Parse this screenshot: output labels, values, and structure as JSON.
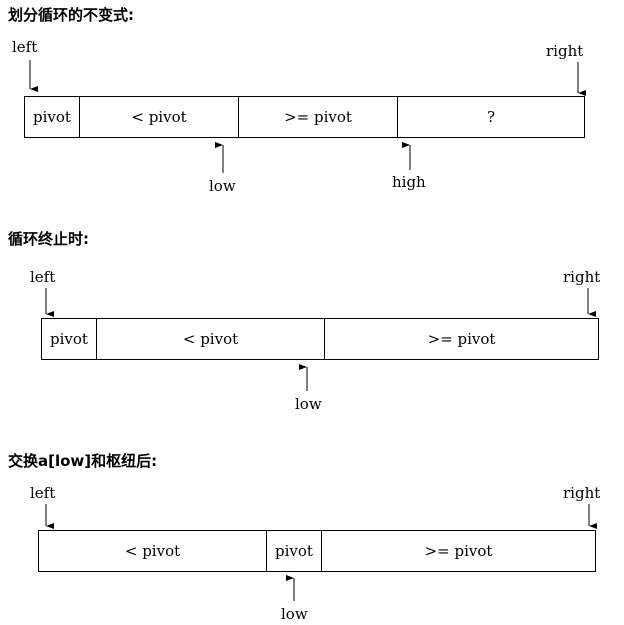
{
  "diagram1": {
    "heading": "划分循环的不变式:",
    "left": "left",
    "right": "right",
    "cells": [
      "pivot",
      "< pivot",
      ">= pivot",
      "?"
    ],
    "low": "low",
    "high": "high"
  },
  "diagram2": {
    "heading": "循环终止时:",
    "left": "left",
    "right": "right",
    "cells": [
      "pivot",
      "< pivot",
      ">= pivot"
    ],
    "low": "low"
  },
  "diagram3": {
    "heading": "交换a[low]和枢纽后:",
    "left": "left",
    "right": "right",
    "cells": [
      "< pivot",
      "pivot",
      ">= pivot"
    ],
    "low": "low"
  }
}
